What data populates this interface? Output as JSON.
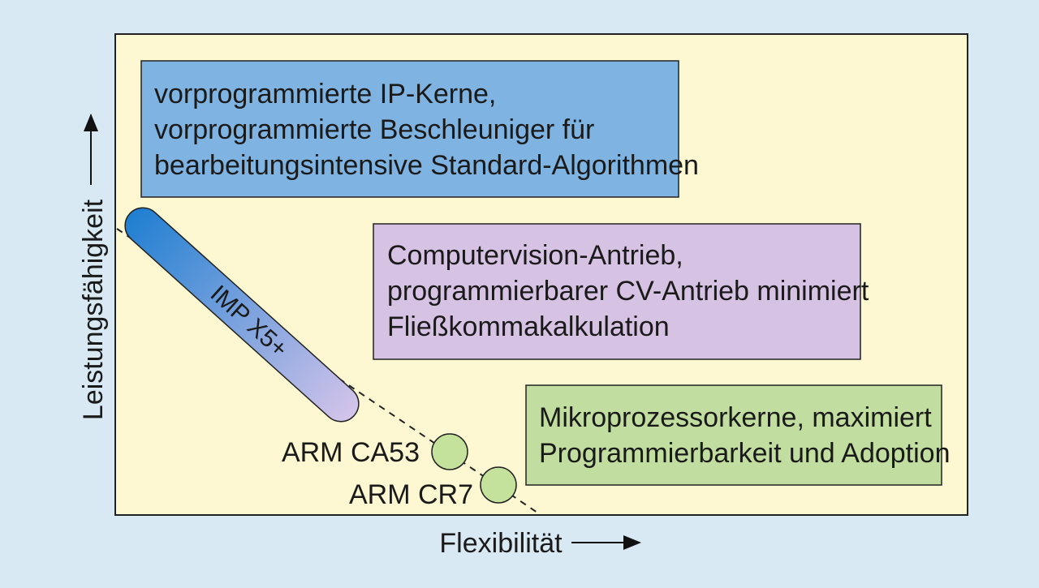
{
  "axes": {
    "y_label": "Leistungsfähigkeit",
    "x_label": "Flexibilität"
  },
  "boxes": [
    {
      "id": "ip-kerne",
      "lines": [
        "vorprogrammierte IP-Kerne,",
        "vorprogrammierte Beschleuniger für",
        "bearbeitungsintensive Standard-Algorithmen"
      ],
      "color": "#7fb3e1"
    },
    {
      "id": "computervision",
      "lines": [
        "Computervision-Antrieb,",
        "programmierbarer CV-Antrieb minimiert",
        "Fließkommakalkulation"
      ],
      "color": "#d6c2e3"
    },
    {
      "id": "mikroprozessor",
      "lines": [
        "Mikroprozessorkerne, maximiert",
        "Programmierbarkeit und Adoption"
      ],
      "color": "#c1dea0"
    }
  ],
  "processors": {
    "imp": "IMP X5+",
    "arm_ca53": "ARM CA53",
    "arm_cr7": "ARM CR7"
  },
  "colors": {
    "background": "#d8e9f4",
    "panel": "#fdf8d2",
    "pill_start": "#1f7fd1",
    "pill_end": "#d4c4ea",
    "circle": "#c4e29c"
  }
}
